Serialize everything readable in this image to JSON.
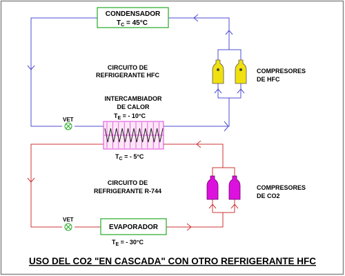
{
  "colors": {
    "hfc_line": "#4b4bd2",
    "co2_line": "#cc3333",
    "box_border": "#22aa22",
    "exchanger_border": "#dd44dd",
    "exchanger_fill": "#fde6f6",
    "hfc_compressor": "#f0e010",
    "co2_compressor": "#dd11dd",
    "valve": "#22aa22",
    "frame": "#888888"
  },
  "condenser": {
    "name": "CONDENSADOR",
    "tc_symbol": "T",
    "tc_sub": "C",
    "tc_value": " =  45°C"
  },
  "hfc_circuit": {
    "line1": "CIRCUITO DE",
    "line2": "REFRIGERANTE HFC"
  },
  "hfc_compressors": {
    "line1": "COMPRESORES",
    "line2": "DE HFC",
    "icon": "compressor-icon"
  },
  "heat_exchanger": {
    "line1": "INTERCAMBIADOR",
    "line2": "DE CALOR",
    "te_symbol": "T",
    "te_sub": "E",
    "te_value": " = - 10°C",
    "tc_symbol": "T",
    "tc_sub": "C",
    "tc_value": " = - 5°C"
  },
  "valves": {
    "upper_label": "VET",
    "lower_label": "VET",
    "icon": "expansion-valve-icon"
  },
  "co2_circuit": {
    "line1": "CIRCUITO DE",
    "line2": "REFRIGERANTE R-744"
  },
  "co2_compressors": {
    "line1": "COMPRESORES",
    "line2": "DE CO2",
    "icon": "compressor-icon"
  },
  "evaporator": {
    "name": "EVAPORADOR",
    "te_symbol": "T",
    "te_sub": "E",
    "te_value": " = - 30°C"
  },
  "footer_title": "USO DEL CO2 \"EN CASCADA\" CON OTRO REFRIGERANTE HFC"
}
